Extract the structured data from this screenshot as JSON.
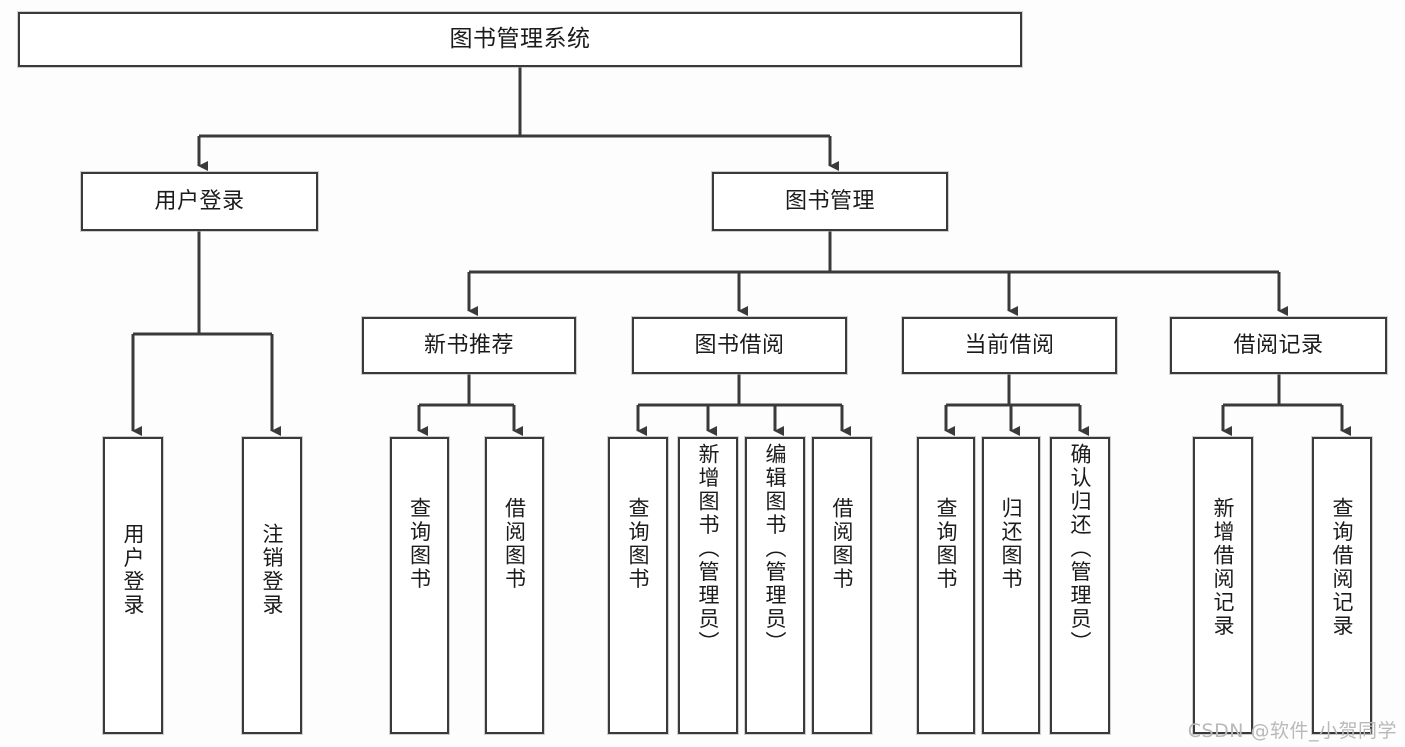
{
  "diagram": {
    "title": "图书管理系统",
    "type": "tree",
    "root": {
      "label": "图书管理系统"
    },
    "level2": [
      {
        "label": "用户登录"
      },
      {
        "label": "图书管理"
      }
    ],
    "level3": [
      {
        "label": "新书推荐"
      },
      {
        "label": "图书借阅"
      },
      {
        "label": "当前借阅"
      },
      {
        "label": "借阅记录"
      }
    ],
    "leaves": {
      "user_login": [
        {
          "label": "用户登录"
        },
        {
          "label": "注销登录"
        }
      ],
      "new_book_recommend": [
        {
          "label": "查询图书"
        },
        {
          "label": "借阅图书"
        }
      ],
      "book_borrow": [
        {
          "label": "查询图书"
        },
        {
          "label": "新增图书（管理员）"
        },
        {
          "label": "编辑图书（管理员）"
        },
        {
          "label": "借阅图书"
        }
      ],
      "current_borrow": [
        {
          "label": "查询图书"
        },
        {
          "label": "归还图书"
        },
        {
          "label": "确认归还（管理员）"
        }
      ],
      "borrow_record": [
        {
          "label": "新增借阅记录"
        },
        {
          "label": "查询借阅记录"
        }
      ]
    }
  },
  "watermark": {
    "text": "CSDN @软件_小贺同学"
  },
  "colors": {
    "border": "#3a3a3a",
    "fill": "#ffffff",
    "background": "#fdfdfd",
    "text": "#1b1b1b",
    "watermark": "#b9b9b9"
  }
}
